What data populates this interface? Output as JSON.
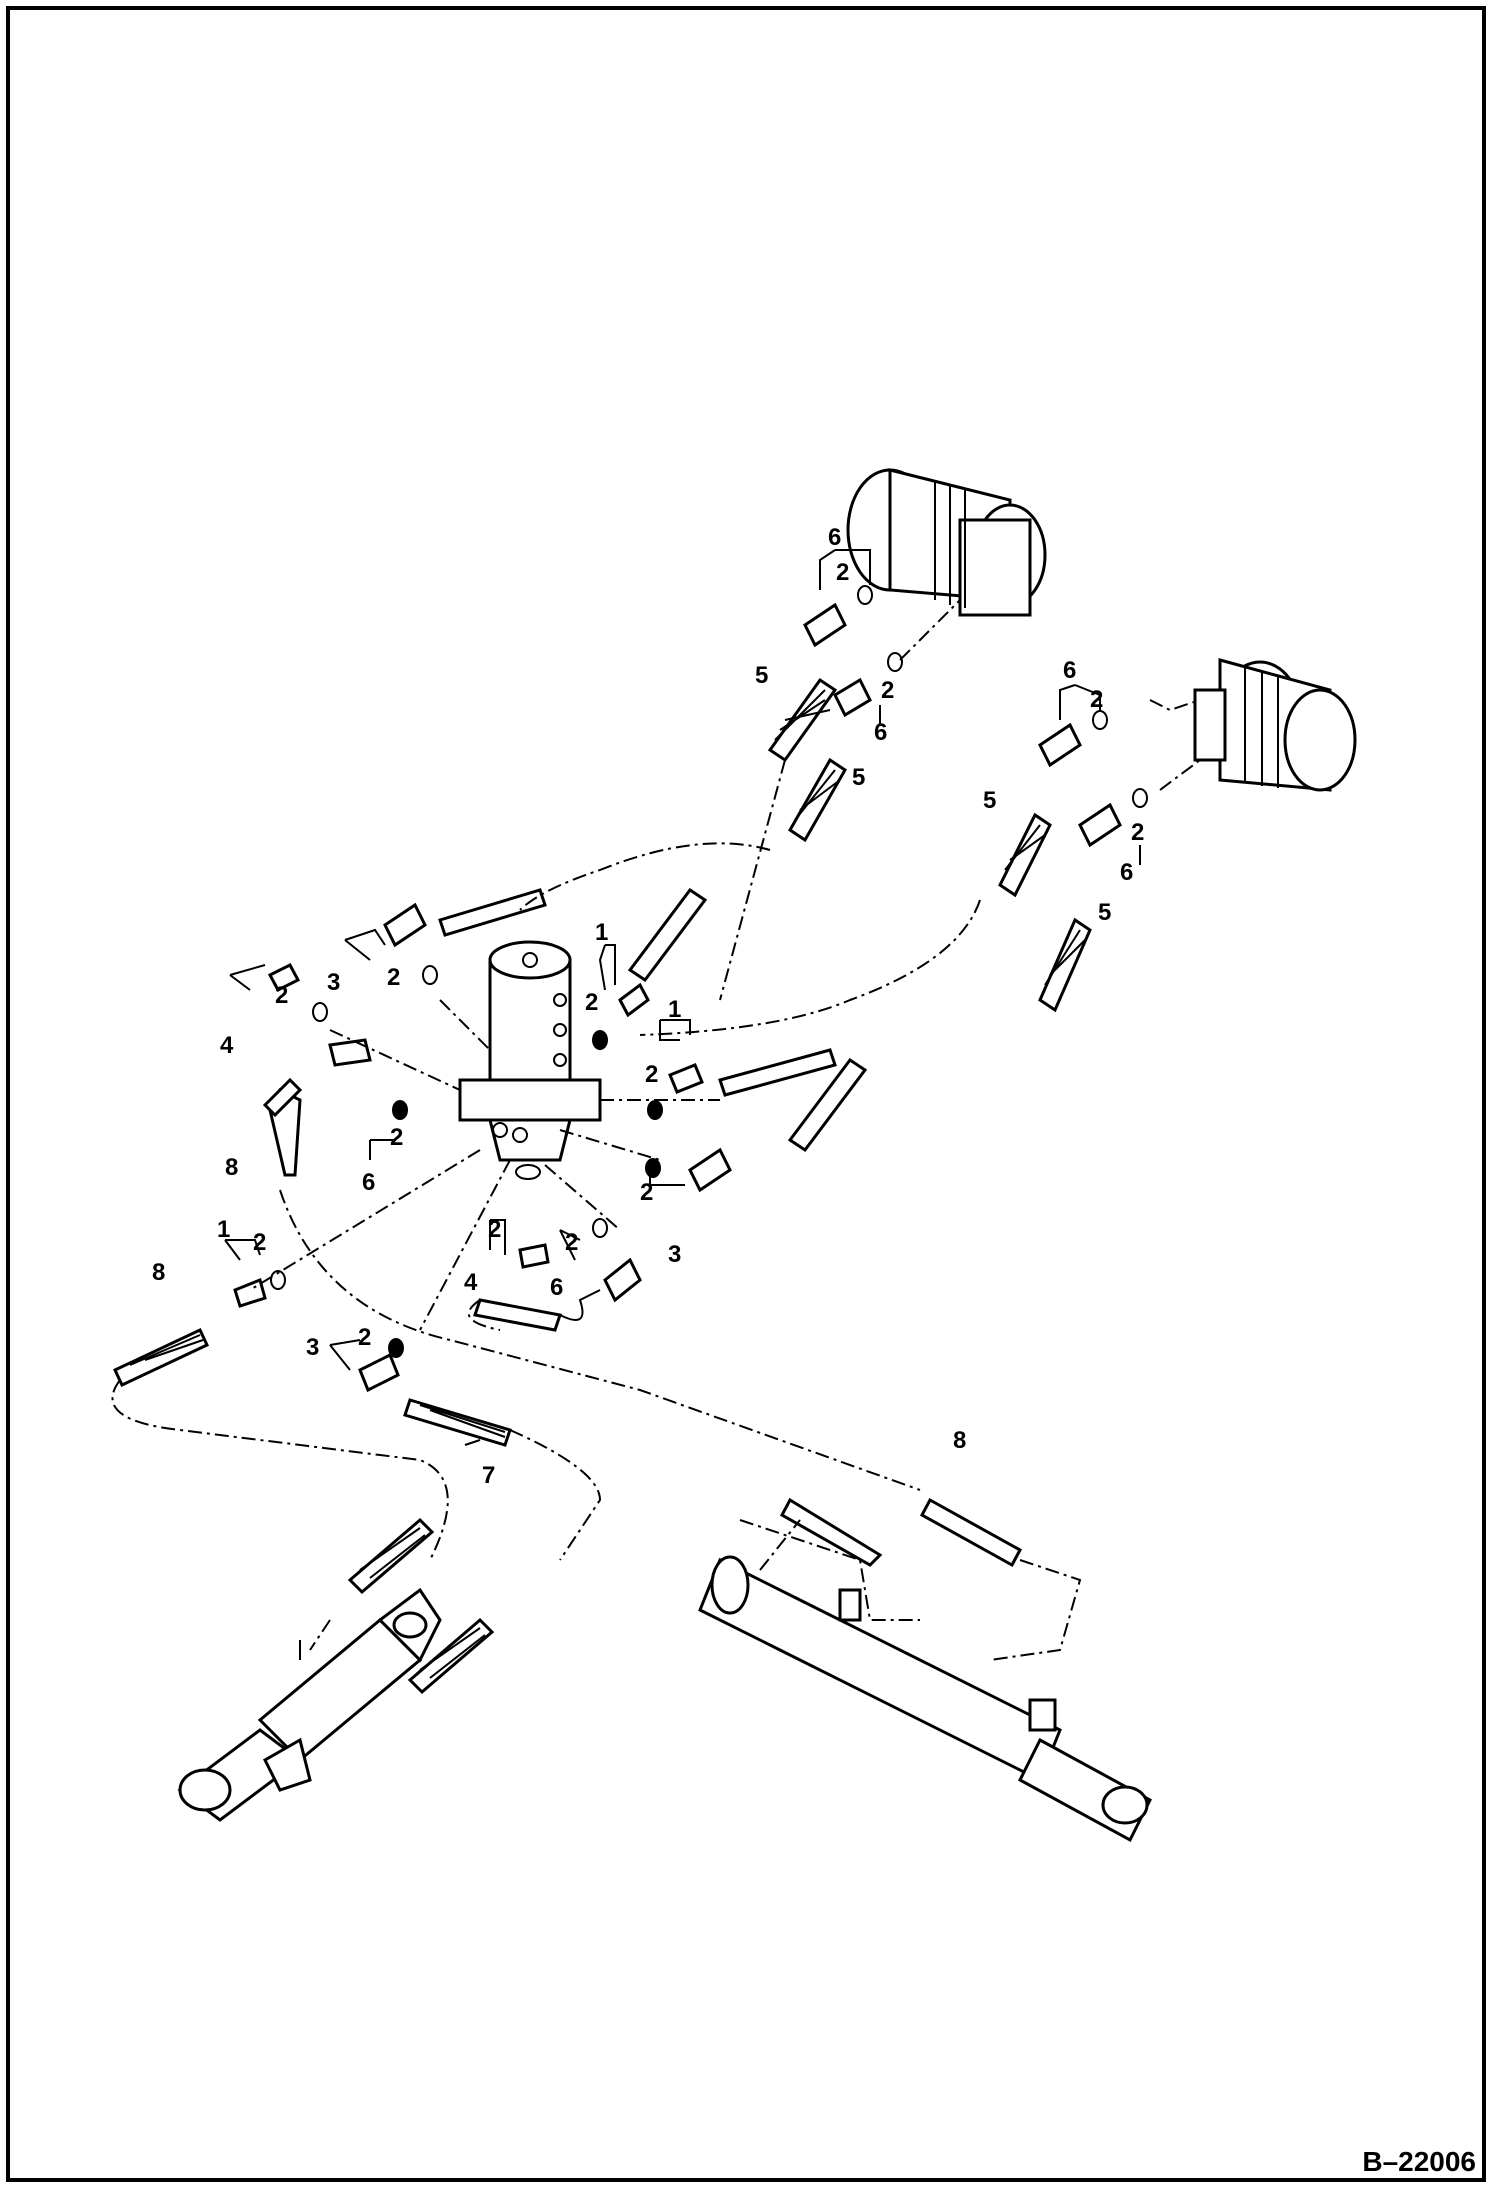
{
  "figure_id": "B–22006",
  "callouts": {
    "c1": "1",
    "c2": "1",
    "c3": "1",
    "c4": "2",
    "c5": "2",
    "c6": "2",
    "c7": "2",
    "c8": "2",
    "c9": "2",
    "c10": "2",
    "c11": "2",
    "c12": "2",
    "c13": "2",
    "c14": "2",
    "c15": "2",
    "c16": "2",
    "c17": "2",
    "c18": "3",
    "c19": "3",
    "c20": "3",
    "c21": "4",
    "c22": "4",
    "c23": "5",
    "c24": "5",
    "c25": "5",
    "c26": "5",
    "c27": "6",
    "c28": "6",
    "c29": "6",
    "c30": "6",
    "c31": "6",
    "c32": "6",
    "c33": "7",
    "c34": "8",
    "c35": "8",
    "c36": "8"
  }
}
